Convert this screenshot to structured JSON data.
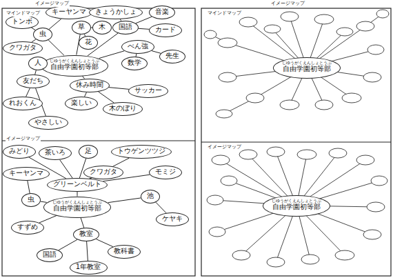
{
  "diagram": {
    "nodes": [
      {
        "text": [
          "じゆうがくえんしょとうぶ",
          "自由学園初等部"
        ]
      },
      {
        "text": [
          "キーヤンマ"
        ]
      },
      {
        "text": [
          "きょうかしょ"
        ]
      },
      {
        "text": [
          "音楽"
        ]
      },
      {
        "text": [
          "トンボ"
        ]
      },
      {
        "text": [
          "虫"
        ]
      },
      {
        "text": [
          "草"
        ]
      },
      {
        "text": [
          "木"
        ]
      },
      {
        "text": [
          "国語"
        ]
      },
      {
        "text": [
          "カード"
        ]
      },
      {
        "text": [
          "クワガタ"
        ]
      },
      {
        "text": [
          "花"
        ]
      },
      {
        "text": [
          "べん強"
        ]
      },
      {
        "text": [
          "数学"
        ]
      },
      {
        "text": [
          "先生"
        ]
      },
      {
        "text": [
          "人"
        ]
      },
      {
        "text": [
          "友だち"
        ]
      },
      {
        "text": [
          "休み時間"
        ]
      },
      {
        "text": [
          "楽しい"
        ]
      },
      {
        "text": [
          "サッカー"
        ]
      },
      {
        "text": [
          "れおくん"
        ]
      },
      {
        "text": [
          "木のぼり"
        ]
      },
      {
        "text": [
          "やさしい"
        ]
      },
      {
        "text": [
          "じゆうがくえんしょとうぶ",
          "自由学園初等部"
        ]
      },
      {
        "text": [
          "みどり"
        ]
      },
      {
        "text": [
          "茶いろ"
        ]
      },
      {
        "text": [
          "足"
        ]
      },
      {
        "text": [
          "トウゲンツツジ"
        ]
      },
      {
        "text": [
          "キーヤンマ"
        ]
      },
      {
        "text": [
          "クワガタ"
        ]
      },
      {
        "text": [
          "モミジ"
        ]
      },
      {
        "text": [
          "グリーンベルト"
        ]
      },
      {
        "text": [
          "池"
        ]
      },
      {
        "text": [
          "ケヤキ"
        ]
      },
      {
        "text": [
          "すずめ"
        ]
      },
      {
        "text": [
          "教室"
        ]
      },
      {
        "text": [
          "国語"
        ]
      },
      {
        "text": [
          "教科書"
        ]
      },
      {
        "text": [
          "1年教室"
        ]
      },
      {
        "text": [
          "虫"
        ]
      },
      {
        "text": [
          "じゆうがくえんしょとうぶ",
          "自由学園初等部"
        ]
      },
      {
        "text": [
          "じゆうがくえんしょとうぶ",
          "自由学園初等部"
        ]
      }
    ],
    "edges": [
      {
        "from": 0,
        "to": 5,
        "arrow": "none"
      },
      {
        "from": 5,
        "to": 4,
        "arrow": "none"
      },
      {
        "from": 5,
        "to": 10,
        "arrow": "none"
      },
      {
        "from": 5,
        "to": 1,
        "arrow": "none"
      },
      {
        "from": 0,
        "to": 6,
        "arrow": "none"
      },
      {
        "from": 6,
        "to": 7,
        "arrow": "none"
      },
      {
        "from": 6,
        "to": 11,
        "arrow": "none"
      },
      {
        "from": 0,
        "to": 8,
        "arrow": "none"
      },
      {
        "from": 8,
        "to": 2,
        "arrow": "none"
      },
      {
        "from": 8,
        "to": 3,
        "arrow": "none"
      },
      {
        "from": 8,
        "to": 9,
        "arrow": "none"
      },
      {
        "from": 0,
        "to": 12,
        "arrow": "none"
      },
      {
        "from": 12,
        "to": 13,
        "arrow": "none"
      },
      {
        "from": 12,
        "to": 14,
        "arrow": "none"
      },
      {
        "from": 0,
        "to": 15,
        "arrow": "none"
      },
      {
        "from": 15,
        "to": 16,
        "arrow": "none"
      },
      {
        "from": 16,
        "to": 20,
        "arrow": "none"
      },
      {
        "from": 16,
        "to": 22,
        "arrow": "none"
      },
      {
        "from": 0,
        "to": 17,
        "arrow": "none"
      },
      {
        "from": 17,
        "to": 18,
        "arrow": "none"
      },
      {
        "from": 17,
        "to": 19,
        "arrow": "none"
      },
      {
        "from": 17,
        "to": 21,
        "arrow": "none"
      },
      {
        "from": 23,
        "to": 31,
        "arrow": "none"
      },
      {
        "from": 31,
        "to": 24,
        "arrow": "none"
      },
      {
        "from": 31,
        "to": 25,
        "arrow": "none"
      },
      {
        "from": 31,
        "to": 26,
        "arrow": "none"
      },
      {
        "from": 31,
        "to": 27,
        "arrow": "none"
      },
      {
        "from": 31,
        "to": 29,
        "arrow": "none"
      },
      {
        "from": 31,
        "to": 30,
        "arrow": "none"
      },
      {
        "from": 23,
        "to": 39,
        "arrow": "none"
      },
      {
        "from": 39,
        "to": 28,
        "arrow": "none"
      },
      {
        "from": 23,
        "to": 32,
        "arrow": "none"
      },
      {
        "from": 32,
        "to": 33,
        "arrow": "none"
      },
      {
        "from": 23,
        "to": 34,
        "arrow": "none"
      },
      {
        "from": 23,
        "to": 35,
        "arrow": "none"
      },
      {
        "from": 35,
        "to": 36,
        "arrow": "none"
      },
      {
        "from": 35,
        "to": 37,
        "arrow": "none"
      },
      {
        "from": 35,
        "to": 38,
        "arrow": "none"
      }
    ],
    "labels": [
      "イメージマップ",
      "イメージマップ",
      "マインドマップ",
      "イメージマップ",
      "マインドマップ",
      "イメージマップ"
    ]
  }
}
